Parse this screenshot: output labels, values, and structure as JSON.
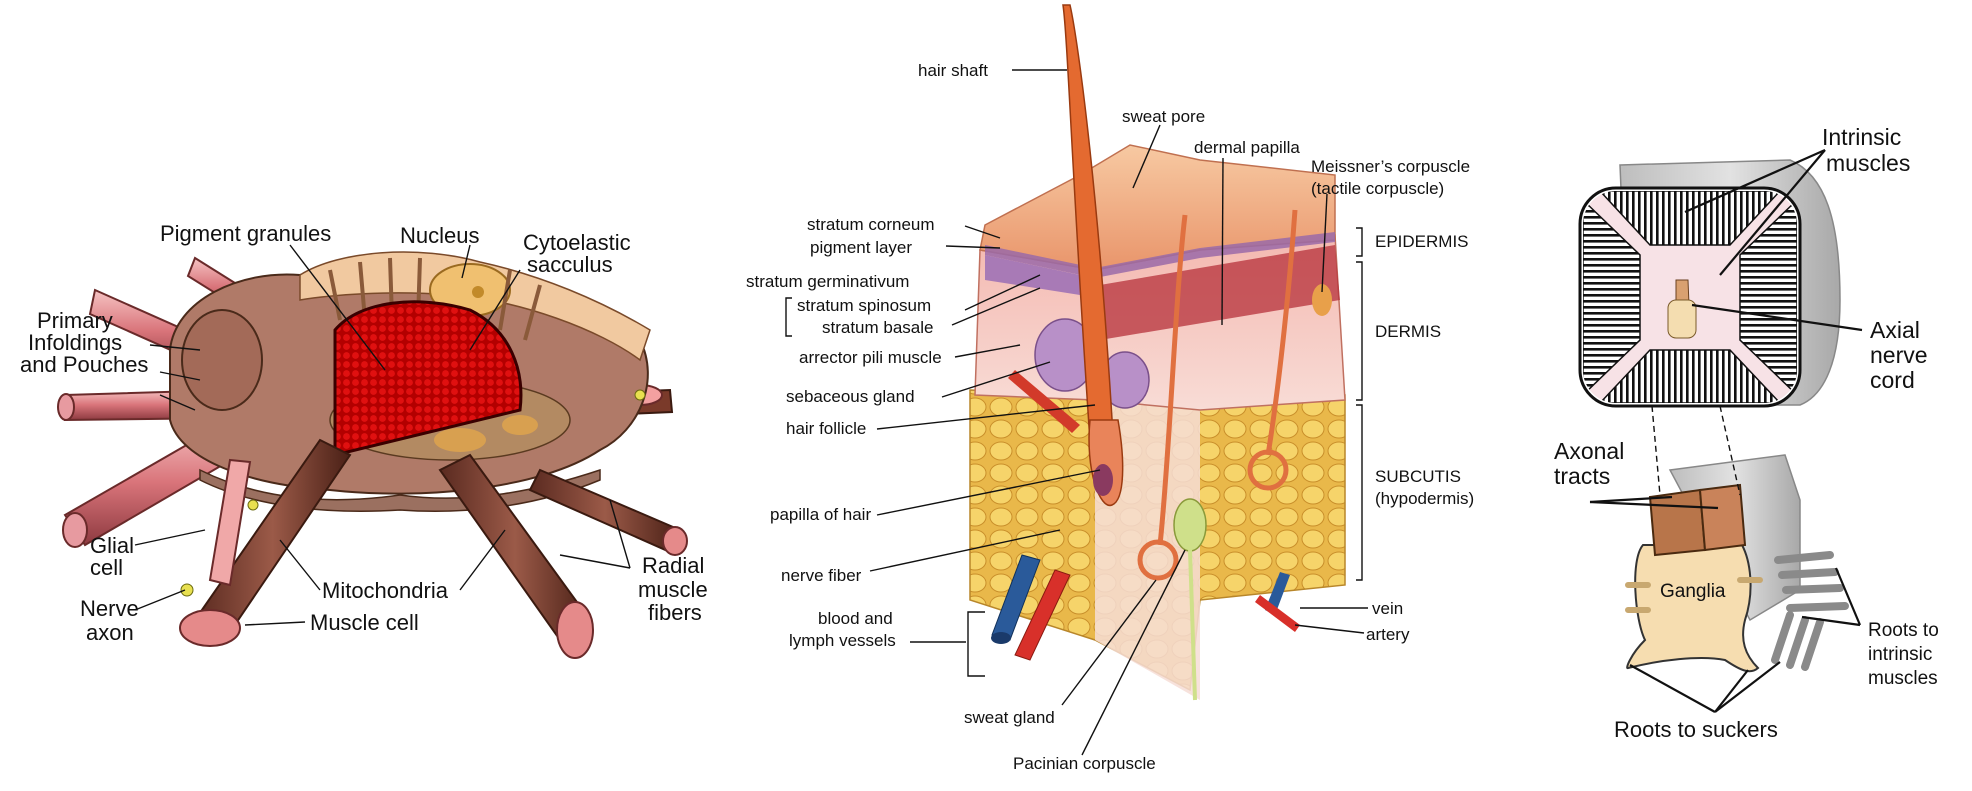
{
  "panels": {
    "chromatophore": {
      "labels": {
        "pigment_granules": "Pigment granules",
        "nucleus": "Nucleus",
        "cytoelastic_1": "Cytoelastic",
        "cytoelastic_2": "sacculus",
        "primary_1": "Primary",
        "primary_2": "Infoldings",
        "primary_3": "and Pouches",
        "glial_1": "Glial",
        "glial_2": "cell",
        "nerve_1": "Nerve",
        "nerve_2": "axon",
        "mitochondria": "Mitochondria",
        "muscle_cell": "Muscle cell",
        "radial_1": "Radial",
        "radial_2": "muscle",
        "radial_3": "fibers"
      }
    },
    "skin": {
      "labels": {
        "hair_shaft": "hair shaft",
        "sweat_pore": "sweat pore",
        "dermal_papilla": "dermal papilla",
        "meissner_1": "Meissner’s corpuscle",
        "meissner_2": "(tactile corpuscle)",
        "stratum_corneum": "stratum corneum",
        "pigment_layer": "pigment layer",
        "stratum_germinativum": "stratum germinativum",
        "stratum_spinosum": "stratum spinosum",
        "stratum_basale": "stratum basale",
        "arrector_pili": "arrector pili muscle",
        "sebaceous_gland": "sebaceous gland",
        "hair_follicle": "hair follicle",
        "papilla_of_hair": "papilla of hair",
        "nerve_fiber": "nerve fiber",
        "blood_1": "blood and",
        "blood_2": "lymph vessels",
        "sweat_gland": "sweat gland",
        "pacinian": "Pacinian corpuscle",
        "epidermis": "EPIDERMIS",
        "dermis": "DERMIS",
        "subcutis_1": "SUBCUTIS",
        "subcutis_2": "(hypodermis)",
        "vein": "vein",
        "artery": "artery"
      }
    },
    "arm": {
      "labels": {
        "intrinsic_1": "Intrinsic",
        "intrinsic_2": "muscles",
        "axial_1": "Axial",
        "axial_2": "nerve",
        "axial_3": "cord",
        "axonal_1": "Axonal",
        "axonal_2": "tracts",
        "ganglia": "Ganglia",
        "roots_int_1": "Roots to",
        "roots_int_2": "intrinsic",
        "roots_int_3": "muscles",
        "roots_suckers": "Roots to suckers"
      }
    }
  }
}
